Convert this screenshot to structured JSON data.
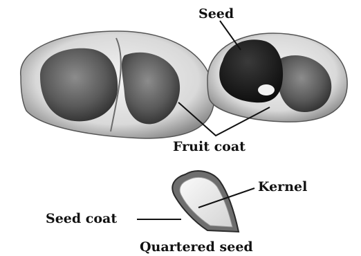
{
  "labels": {
    "seed": "Seed",
    "fruit_coat": "Fruit coat",
    "kernel": "Kernel",
    "seed_coat": "Seed coat",
    "quartered_seed": "Quartered seed"
  }
}
